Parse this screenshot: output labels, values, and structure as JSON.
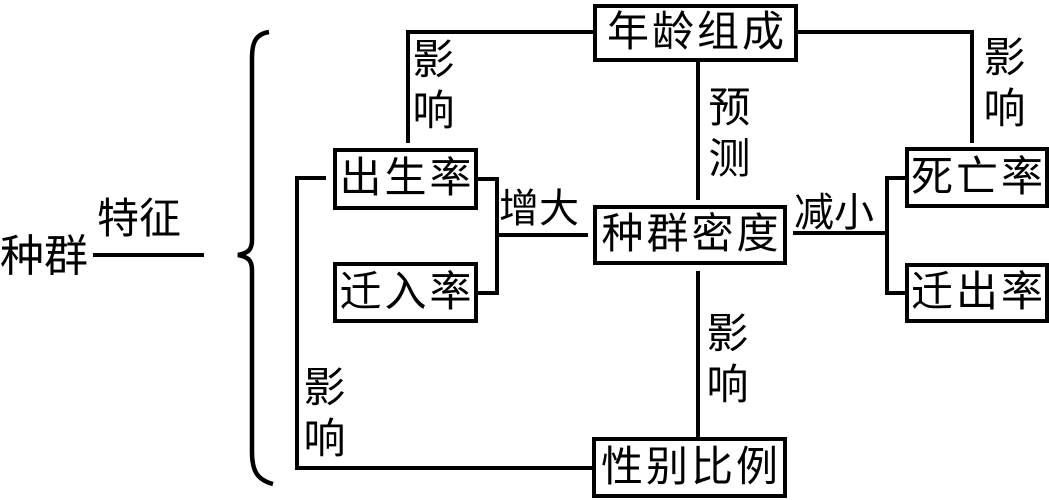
{
  "diagram": {
    "title_concept": "种群",
    "relation_label": "特征",
    "nodes": {
      "age_composition": "年龄组成",
      "birth_rate": "出生率",
      "immigration_rate": "迁入率",
      "death_rate": "死亡率",
      "emigration_rate": "迁出率",
      "population_density": "种群密度",
      "sex_ratio": "性别比例"
    },
    "edge_labels": {
      "influence_top_left": "影响",
      "influence_top_right": "影响",
      "predict": "预测",
      "increase": "增大",
      "decrease": "减小",
      "influence_bottom_center": "影响",
      "influence_bottom_left": "影响"
    },
    "colors": {
      "line": "#000000",
      "background": "#ffffff",
      "text": "#000000"
    }
  }
}
